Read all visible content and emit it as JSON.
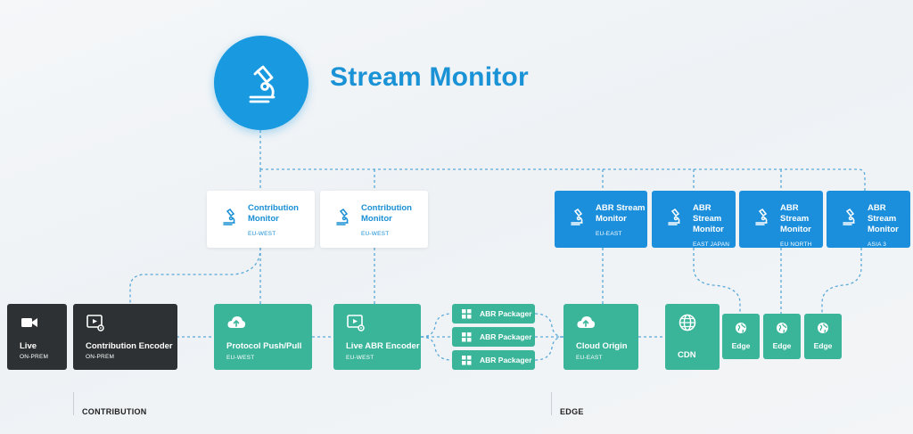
{
  "header": {
    "title": "Stream Monitor",
    "hero_icon": "microscope-icon"
  },
  "monitors": [
    {
      "id": "m1",
      "name_1": "Contribution",
      "name_2": "Monitor",
      "location": "EU-WEST",
      "style": "white"
    },
    {
      "id": "m2",
      "name_1": "Contribution",
      "name_2": "Monitor",
      "location": "EU-WEST",
      "style": "white"
    },
    {
      "id": "m3",
      "name_1": "ABR Stream",
      "name_2": "Monitor",
      "location": "EU-EAST",
      "style": "blue"
    },
    {
      "id": "m4",
      "name_1": "ABR Stream",
      "name_2": "Monitor",
      "location": "EAST JAPAN",
      "style": "blue"
    },
    {
      "id": "m5",
      "name_1": "ABR Stream",
      "name_2": "Monitor",
      "location": "EU NORTH",
      "style": "blue"
    },
    {
      "id": "m6",
      "name_1": "ABR Stream",
      "name_2": "Monitor",
      "location": "ASIA 3",
      "style": "blue"
    }
  ],
  "nodes": {
    "live": {
      "name": "Live",
      "location": "ON-PREM",
      "icon": "video-camera-icon"
    },
    "contribution_encoder": {
      "name": "Contribution Encoder",
      "location": "ON-PREM",
      "icon": "video-settings-icon"
    },
    "protocol": {
      "name": "Protocol Push/Pull",
      "location": "EU-WEST",
      "icon": "cloud-upload-icon"
    },
    "abr_encoder": {
      "name": "Live ABR Encoder",
      "location": "EU-WEST",
      "icon": "video-settings-icon"
    },
    "packagers": [
      "ABR Packager",
      "ABR Packager",
      "ABR Packager"
    ],
    "cloud_origin": {
      "name": "Cloud Origin",
      "location": "EU-EAST",
      "icon": "cloud-upload-icon"
    },
    "cdn": {
      "name": "CDN",
      "icon": "globe-icon"
    },
    "edges": [
      "Edge",
      "Edge",
      "Edge"
    ]
  },
  "sections": {
    "contribution": "CONTRIBUTION",
    "edge": "EDGE"
  },
  "colors": {
    "brand_blue": "#1899e0",
    "monitor_blue": "#1b8fdc",
    "node_green": "#3bb59a",
    "node_dark": "#2d3133",
    "connector": "#5aa9d8"
  }
}
